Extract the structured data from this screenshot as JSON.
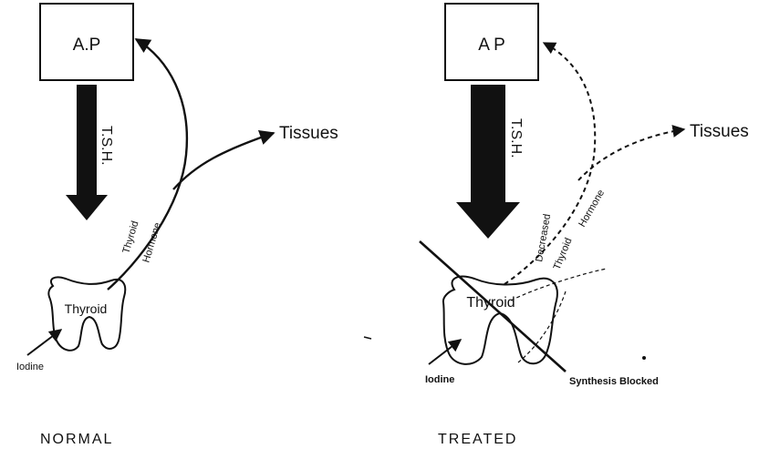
{
  "normal": {
    "ap_label": "A.P",
    "tsh_label": "T.S.H.",
    "tissues_label": "Tissues",
    "hormone_label_1": "Thyroid",
    "hormone_label_2": "Hormone",
    "thyroid_label": "Thyroid",
    "iodine_label": "Iodine",
    "caption": "NORMAL"
  },
  "treated": {
    "ap_label": "A P",
    "tsh_label": "T.S.H.",
    "tissues_label": "Tissues",
    "decreased_label": "Decreased",
    "hormone_label_1": "Thyroid",
    "hormone_label_2": "Hormone",
    "thyroid_label": "Thyroid",
    "iodine_label": "Iodine",
    "blocked_label": "Synthesis Blocked",
    "caption": "TREATED"
  }
}
